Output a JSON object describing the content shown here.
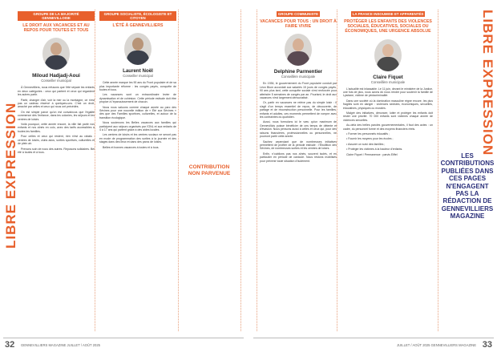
{
  "side_titles": {
    "left": "LIBRE EXPRESSION",
    "right": "LIBRE EXPRESSION"
  },
  "columns": [
    {
      "kicker": "GROUPE DE LA MAJORITÉ GENNEVILLOISE",
      "headline": "LE DROIT AUX VACANCES ET AU REPOS POUR TOUTES ET TOUS",
      "name": "Miloud Hadjadj-Aoui",
      "role": "Conseiller municipal",
      "paragraphs": [
        "À Gennevilliers, nous refusons que l'été sépare les enfants en deux catégories : ceux qui partent et ceux qui regardent les autres partir.",
        "Partir, changer d'air, voir la mer ou la montagne, ce n'est pas un cadeau réservé à quelques-uns. C'est un droit, arraché par celles et ceux qui nous ont précédés.",
        "On est simple parce qu'on est convaincus que l'égalité commence dès l'enfance, dans les colonies, les séjours et les centres de loisirs.",
        "Voilà pourquoi, cette année encore, la ville fait partir nos enfants et nos aînés en colo, avec des tarifs accessibles à toutes les familles.",
        "Pour celles et ceux qui restent, rien n'est au rabais : centres de loisirs, clubs ados, sorties sportives, culturelles et de plein air.",
        "Prenons soin de nous des autres. Reposons solidaires. Bel été à toutes et à tous."
      ]
    },
    {
      "kicker": "GROUPE SOCIALISTE, ÉCOLOGISTE ET CITOYEN",
      "headline": "L'ÉTÉ À GENNEVILLIERS",
      "name": "Laurent Noël",
      "role": "Conseiller municipal",
      "paragraphs": [
        "Cette année marque les 90 ans du Front populaire et de sa plus importante réforme : les congés payés, conquête de toutes et tous.",
        "Les vacances sont un extraordinaire levier de dynamisation et de cohésion. Cette période estivale doit être propice à l'épanouissement de chacun.",
        "Nous nous saluons comme chaque année au parc des Sévines pour une nouvelle édition de « Été aux Sévines » dès que des Familles sportives, culturelles, et autour de la transition écologique.",
        "Nous soutenons les Belles vacances aux familles qui participent aux séjours organisés par l'ONL et aux enfants de 4 à 17 ans qui partent grâce à des aides locales.",
        "Les centres de loisirs et les centres sociaux ne seront pas en mode de programmation des sorties à la journée et des stages dans des lieux et dans des parcs de loisirs.",
        "Belles et bonnes vacances à toutes et à tous."
      ]
    },
    {
      "contribution": "CONTRIBUTION NON PARVENUE"
    },
    {
      "kicker": "GROUPE COMMUNISTE",
      "headline": "VACANCES POUR TOUS : UN DROIT À FAIRE VIVRE",
      "name": "Delphine Parmentier",
      "role": "Conseillère municipale",
      "paragraphs": [
        "En 1936, le gouvernement du Front populaire conduit par Léon Blum accordait aux salariés 15 jours de congés payés. 90 ans plus tard, cette conquête sociale s'est renforcée pour atteindre 5 semaines de congés par an. Pourtant, le droit aux vacances n'est largement démocratisé.",
        "Or, partir en vacances ne relève pas du simple loisir : il s'agit d'un temps essentiel de repos, de découverte, de partage et de reconstruction personnelle. Pour les familles, enfants et adultes, ces moments permettent de rompre avec les contraintes du quotidien.",
        "Aussi, nous formulons ici le vœu qu'un maximum de Gennevillois puisse bénéficier de ces temps de détente et d'évasion. Nous pensons aussi à celles et ceux qui, pour des raisons financières, professionnelles ou personnelles, ne pourront partir cette année.",
        "Sachez cependant que de nombreuses initiatives permettent de profiter de la période estivale : l'Ébullition des Sévines, de nombreuses sorties et les centres de loisirs.",
        "Enfin, n'oublions pas nos aînés, souvent isolés, et en particulier en période de canicule. Nous restons mobilisés pour prévenir toute situation d'isolement."
      ]
    },
    {
      "kicker": "LA FRANCE INSOUMISE ET APPARENTÉS",
      "headline": "PROTÉGER LES ENFANTS DES VIOLENCES SOCIALES, ÉDUCATIVES, SOCIALES OU ÉCONOMIQUES, UNE URGENCE ABSOLUE",
      "name": "Claire Fiquet",
      "role": "Conseillère municipale",
      "paragraphs": [
        "L'actualité est inlassable. Le 11 juin, devant le ministère de la Justice, une fois de plus, nous avons dû nous rendre pour soutenir la famille de Lyséane, victime de pédocriminalité.",
        "Dans une société où la domination masculine règne encore, les plus fragiles sont en danger : violences sexistes, économiques, sexuelles, éducatives, physiques ou morales.",
        "Malgré des initiatives, dénoncer, lutter et protéger les enfants doit rester une priorité. 70 000 enfants sont victimes chaque année de violences sexuelles.",
        "Au-delà des belles paroles gouvernementales, il faut des actes : un cadre, du personnel formé et des moyens financiers réels.",
        "• Former les personnels éducatifs ;",
        "• Fournir les moyens pour les écoles ;",
        "• Assurer un suivi des familles ;",
        "• Protéger les victimes à la hauteur d'enfants.",
        "Claire Fiquet / Permanence : parvis Eiffel"
      ]
    }
  ],
  "editorial_note": "LES CONTRIBUTIONS PUBLIÉES DANS CES PAGES N'ENGAGENT PAS LA RÉDACTION DE GENNEVILLIERS MAGAZINE",
  "footer": {
    "left_page": "32",
    "left_text": "GENNEVILLIERS MAGAZINE JUILLET / AOÛT 2025",
    "right_page": "33",
    "right_text": "JUILLET / AOÛT 2025 GENNEVILLIERS MAGAZINE"
  },
  "colors": {
    "accent": "#e8602c",
    "navy": "#2a2f7a"
  }
}
